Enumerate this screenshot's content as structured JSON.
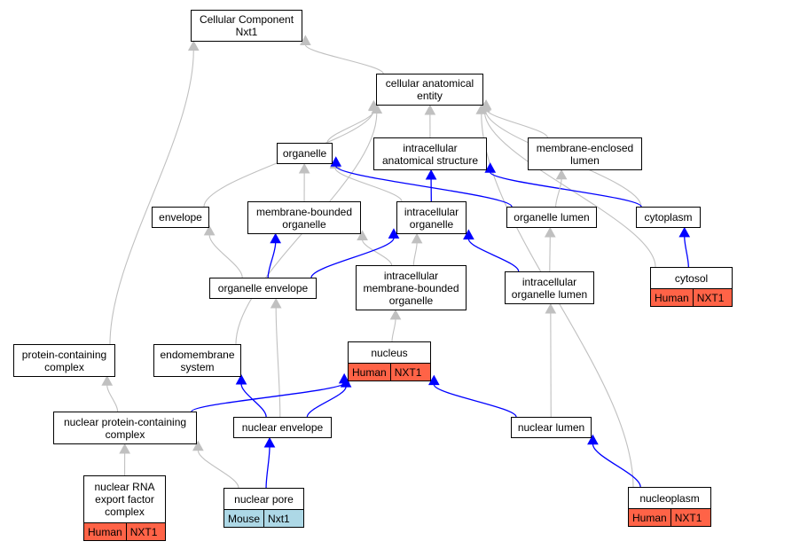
{
  "colors": {
    "highlight_edge": "#0000ff",
    "plain_edge": "#c0c0c0",
    "human_badge": "#ff6347",
    "mouse_badge": "#add8e6"
  },
  "nodes": {
    "root": {
      "label": "Cellular Component\nNxt1"
    },
    "cae": {
      "label": "cellular anatomical\nentity"
    },
    "organelle": {
      "label": "organelle"
    },
    "ias": {
      "label": "intracellular\nanatomical structure"
    },
    "mel": {
      "label": "membrane-enclosed\nlumen"
    },
    "envelope": {
      "label": "envelope"
    },
    "mbo": {
      "label": "membrane-bounded\norganelle"
    },
    "io": {
      "label": "intracellular\norganelle"
    },
    "ol": {
      "label": "organelle lumen"
    },
    "cytoplasm": {
      "label": "cytoplasm"
    },
    "oe": {
      "label": "organelle envelope"
    },
    "imbo": {
      "label": "intracellular\nmembrane-bounded\norganelle"
    },
    "iol": {
      "label": "intracellular\norganelle lumen"
    },
    "cytosol": {
      "label": "cytosol",
      "species": "Human",
      "gene": "NXT1",
      "color": "#ff6347"
    },
    "pcc": {
      "label": "protein-containing\ncomplex"
    },
    "es": {
      "label": "endomembrane\nsystem"
    },
    "nucleus": {
      "label": "nucleus",
      "species": "Human",
      "gene": "NXT1",
      "color": "#ff6347"
    },
    "npcc": {
      "label": "nuclear protein-containing\ncomplex"
    },
    "ne": {
      "label": "nuclear envelope"
    },
    "nl": {
      "label": "nuclear lumen"
    },
    "nref": {
      "label": "nuclear RNA\nexport factor\ncomplex",
      "species": "Human",
      "gene": "NXT1",
      "color": "#ff6347"
    },
    "np": {
      "label": "nuclear pore",
      "species": "Mouse",
      "gene": "Nxt1",
      "color": "#add8e6"
    },
    "nucleoplasm": {
      "label": "nucleoplasm",
      "species": "Human",
      "gene": "NXT1",
      "color": "#ff6347"
    }
  },
  "edges": [
    {
      "from": "cae",
      "to": "root",
      "highlight": false
    },
    {
      "from": "pcc",
      "to": "root",
      "highlight": false
    },
    {
      "from": "organelle",
      "to": "cae",
      "highlight": false
    },
    {
      "from": "ias",
      "to": "cae",
      "highlight": false
    },
    {
      "from": "mel",
      "to": "cae",
      "highlight": false
    },
    {
      "from": "envelope",
      "to": "cae",
      "highlight": false
    },
    {
      "from": "es",
      "to": "cae",
      "highlight": false
    },
    {
      "from": "cytoplasm",
      "to": "cae",
      "highlight": false
    },
    {
      "from": "cytosol",
      "to": "cae",
      "highlight": false
    },
    {
      "from": "nucleoplasm",
      "to": "cae",
      "highlight": false
    },
    {
      "from": "mbo",
      "to": "organelle",
      "highlight": false
    },
    {
      "from": "io",
      "to": "organelle",
      "highlight": false
    },
    {
      "from": "ol",
      "to": "organelle",
      "highlight": true
    },
    {
      "from": "io",
      "to": "ias",
      "highlight": true
    },
    {
      "from": "cytoplasm",
      "to": "ias",
      "highlight": true
    },
    {
      "from": "ol",
      "to": "mel",
      "highlight": false
    },
    {
      "from": "oe",
      "to": "envelope",
      "highlight": false
    },
    {
      "from": "oe",
      "to": "mbo",
      "highlight": true
    },
    {
      "from": "imbo",
      "to": "mbo",
      "highlight": false
    },
    {
      "from": "oe",
      "to": "io",
      "highlight": true
    },
    {
      "from": "imbo",
      "to": "io",
      "highlight": false
    },
    {
      "from": "iol",
      "to": "io",
      "highlight": true
    },
    {
      "from": "iol",
      "to": "ol",
      "highlight": false
    },
    {
      "from": "cytosol",
      "to": "cytoplasm",
      "highlight": true
    },
    {
      "from": "ne",
      "to": "oe",
      "highlight": false
    },
    {
      "from": "nucleus",
      "to": "imbo",
      "highlight": false
    },
    {
      "from": "nl",
      "to": "iol",
      "highlight": false
    },
    {
      "from": "npcc",
      "to": "pcc",
      "highlight": false
    },
    {
      "from": "ne",
      "to": "es",
      "highlight": true
    },
    {
      "from": "npcc",
      "to": "nucleus",
      "highlight": true
    },
    {
      "from": "ne",
      "to": "nucleus",
      "highlight": true
    },
    {
      "from": "nl",
      "to": "nucleus",
      "highlight": true
    },
    {
      "from": "nref",
      "to": "npcc",
      "highlight": false
    },
    {
      "from": "np",
      "to": "npcc",
      "highlight": false
    },
    {
      "from": "np",
      "to": "ne",
      "highlight": true
    },
    {
      "from": "nucleoplasm",
      "to": "nl",
      "highlight": true
    }
  ]
}
